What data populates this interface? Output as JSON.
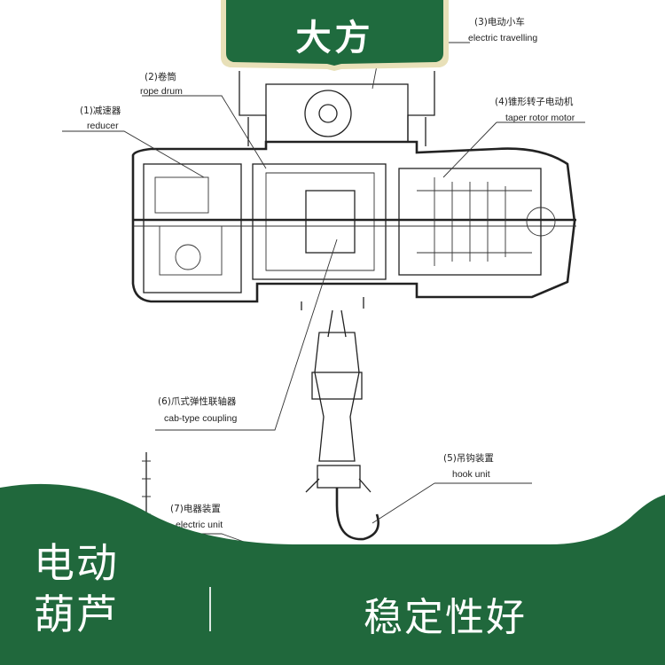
{
  "brand_tag": {
    "text": "大方"
  },
  "labels": {
    "electric_travelling": {
      "number": "(3)",
      "zh": "电动小车",
      "en": "electric travelling"
    },
    "rope_drum": {
      "number": "(2)",
      "zh": "卷筒",
      "en": "rope drum"
    },
    "reducer": {
      "number": "(1)",
      "zh": "减速器",
      "en": "reducer"
    },
    "taper_rotor_motor": {
      "number": "(4)",
      "zh": "锥形转子电动机",
      "en": "taper rotor motor"
    },
    "cab_type_coupling": {
      "number": "(6)",
      "zh": "爪式弹性联轴器",
      "en": "cab-type coupling"
    },
    "hook_unit": {
      "number": "(5)",
      "zh": "吊钩装置",
      "en": "hook unit"
    },
    "electric_unit": {
      "number": "(7)",
      "zh": "电器装置",
      "en": "electric unit"
    }
  },
  "banner": {
    "left_line1": "电动",
    "left_line2": "葫芦",
    "right": "稳定性好"
  },
  "colors": {
    "brand_green": "#1f6b3e",
    "tag_border": "#e8e0b8",
    "banner_green": "#20683c",
    "line": "#222222"
  }
}
